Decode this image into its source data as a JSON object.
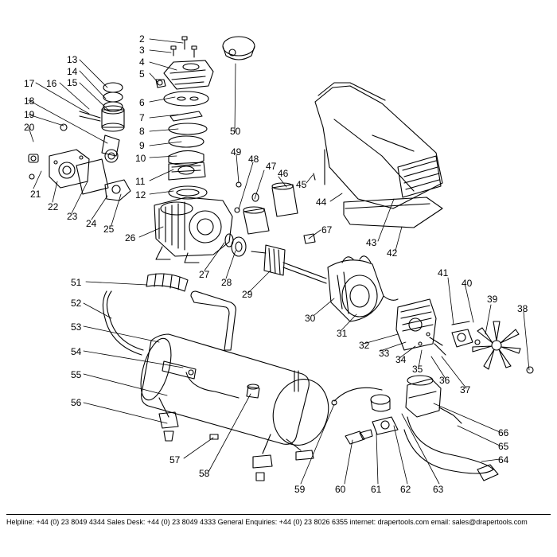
{
  "callouts": [
    "2",
    "3",
    "4",
    "5",
    "6",
    "7",
    "8",
    "9",
    "10",
    "11",
    "12",
    "13",
    "14",
    "15",
    "16",
    "17",
    "18",
    "19",
    "20",
    "21",
    "22",
    "23",
    "24",
    "25",
    "26",
    "27",
    "28",
    "29",
    "30",
    "31",
    "32",
    "33",
    "34",
    "35",
    "36",
    "37",
    "38",
    "39",
    "40",
    "41",
    "42",
    "43",
    "44",
    "45",
    "46",
    "47",
    "48",
    "49",
    "50",
    "51",
    "52",
    "53",
    "54",
    "55",
    "56",
    "57",
    "58",
    "59",
    "60",
    "61",
    "62",
    "63",
    "64",
    "65",
    "66",
    "67"
  ],
  "footer": {
    "text": "Helpline: +44 (0) 23 8049 4344   Sales Desk: +44 (0) 23 8049 4333   General Enquiries: +44 (0) 23 8026 6355   internet: drapertools.com   email: sales@drapertools.com"
  }
}
